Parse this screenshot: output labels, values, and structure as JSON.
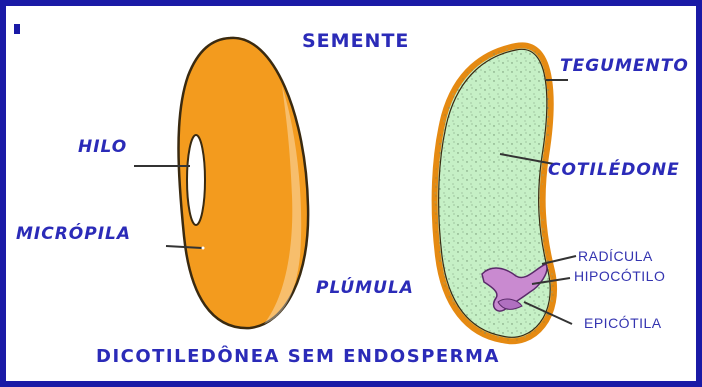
{
  "title": "SEMENTE",
  "footer": "DICOTILEDÔNEA SEM ENDOSPERMA",
  "labels": {
    "hilo": "HILO",
    "micropila": "MICRÓPILA",
    "plumula": "PLÚMULA",
    "tegumento": "TEGUMENTO",
    "cotiledone": "COTILÉDONE",
    "radicula": "RADÍCULA",
    "hipocotilo": "HIPOCÓTILO",
    "epicotila": "EPICÓTILA"
  },
  "colors": {
    "border": "#1a1aa6",
    "label_text": "#2b2bb8",
    "seed_coat": "#f39b1e",
    "cotyledon": "#c6f0c6",
    "embryo": "#c98ad0"
  }
}
